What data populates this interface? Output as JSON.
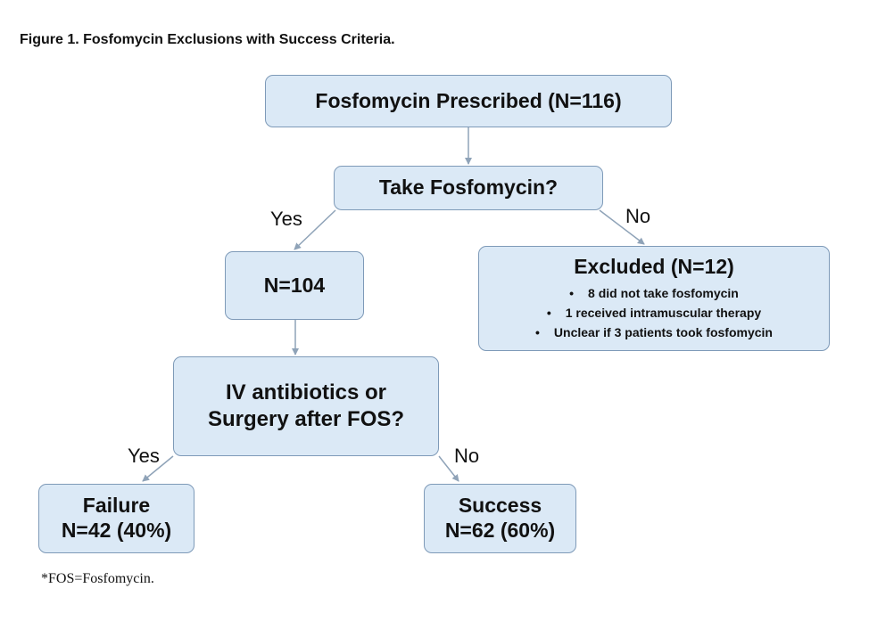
{
  "figure": {
    "title": "Figure 1. Fosfomycin Exclusions with Success Criteria.",
    "footnote": "*FOS=Fosfomycin."
  },
  "nodes": {
    "prescribed": {
      "text": "Fosfomycin Prescribed (N=116)"
    },
    "take": {
      "text": "Take Fosfomycin?"
    },
    "included": {
      "text": "N=104"
    },
    "excluded": {
      "title": "Excluded (N=12)",
      "reasons": [
        "8 did not take fosfomycin",
        "1 received intramuscular therapy",
        "Unclear if 3 patients took fosfomycin"
      ]
    },
    "question": {
      "line1": "IV antibiotics or",
      "line2": "Surgery after FOS?"
    },
    "failure": {
      "line1": "Failure",
      "line2": "N=42 (40%)"
    },
    "success": {
      "line1": "Success",
      "line2": "N=62 (60%)"
    }
  },
  "labels": {
    "take_yes": "Yes",
    "take_no": "No",
    "question_yes": "Yes",
    "question_no": "No"
  },
  "colors": {
    "node_fill": "#dbe9f6",
    "node_border": "#7e9ab8",
    "connector": "#8fa3b8"
  }
}
